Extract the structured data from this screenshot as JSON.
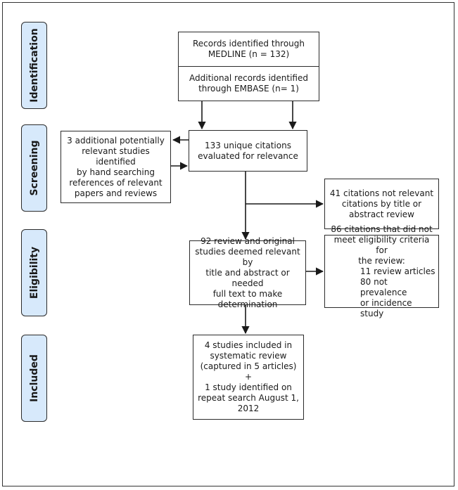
{
  "stages": {
    "identification": "Identification",
    "screening": "Screening",
    "eligibility": "Eligibility",
    "included": "Included"
  },
  "boxes": {
    "medline": "Records identified through\nMEDLINE (n = 132)",
    "embase": "Additional records identified\nthrough EMBASE (n= 1)",
    "unique": "133 unique citations\nevaluated for relevance",
    "hand_search": "3 additional potentially\nrelevant studies identified\nby hand searching\nreferences of relevant\npapers and reviews",
    "not_relevant": "41 citations not relevant\ncitations by title or\nabstract review",
    "deemed_relevant": "92 review and original\nstudies deemed relevant by\ntitle and abstract or needed\nfull text to make\ndetermination",
    "not_eligible_intro": "86 citations that did not\nmeet eligibility criteria for\nthe review:",
    "not_eligible_review": "11 review articles",
    "not_eligible_prevalence": "80 not prevalence\nor incidence study",
    "included": "4 studies included in\nsystematic review\n(captured in 5 articles)\n+\n1 study identified on\nrepeat search August 1,\n2012"
  }
}
